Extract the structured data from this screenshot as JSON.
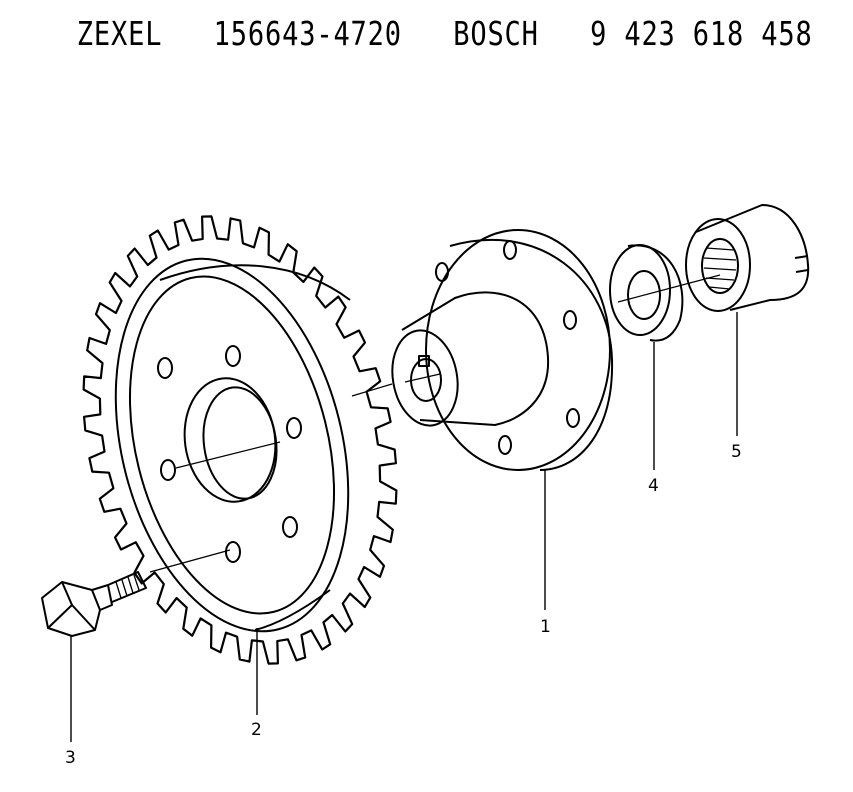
{
  "title": "ZEXEL   156643-4720   BOSCH   9 423 618 458",
  "callouts": {
    "hub": "1",
    "gear": "2",
    "bolt": "3",
    "washer": "4",
    "nut": "5"
  }
}
